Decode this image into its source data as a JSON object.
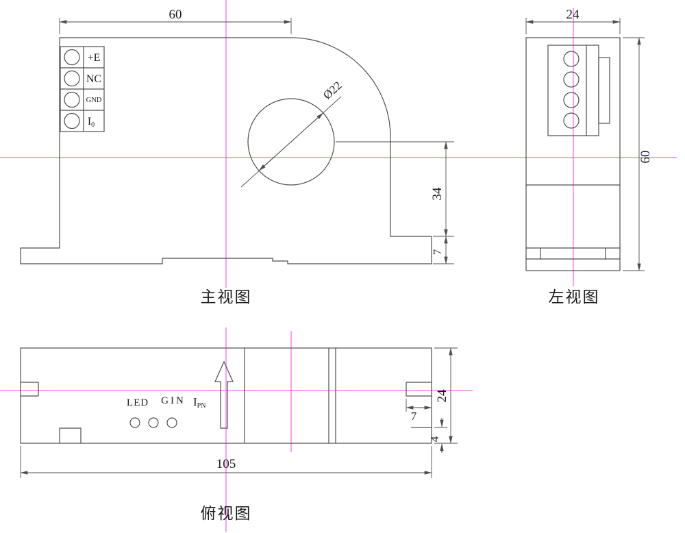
{
  "colors": {
    "line": "#4d4d4d",
    "centerline": "#f043e0",
    "text": "#1c1c1c",
    "background": "#ffffff"
  },
  "front_view": {
    "title": "主视图",
    "dims": {
      "width": "60",
      "dia": "Ø22",
      "height": "34",
      "foot": "7"
    },
    "terminals": [
      {
        "label": "+E"
      },
      {
        "label": "NC"
      },
      {
        "label": "GND"
      },
      {
        "label": "I",
        "sub": "0"
      }
    ]
  },
  "left_view": {
    "title": "左视图",
    "dims": {
      "width": "24",
      "height": "60"
    }
  },
  "top_view": {
    "title": "俯视图",
    "dims": {
      "length": "105",
      "depth": "24",
      "slot": "7",
      "foot": "4"
    },
    "labels": {
      "led": "LED",
      "gin": "GIN",
      "ipn_base": "I",
      "ipn_sub": "PN"
    }
  }
}
